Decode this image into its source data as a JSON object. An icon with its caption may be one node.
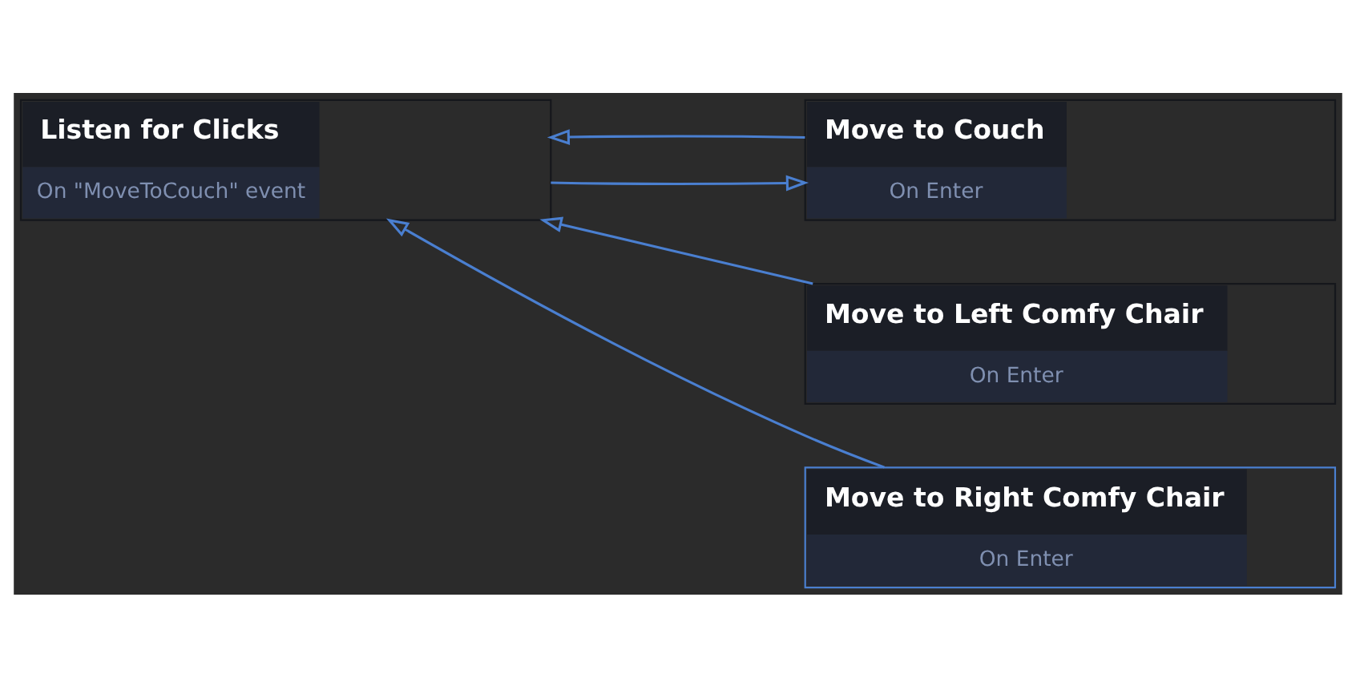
{
  "diagram": {
    "nodes": [
      {
        "text": [
          "Listen for Clicks",
          "On \"MoveToCouch\" event"
        ]
      },
      {
        "text": [
          "Move to Couch",
          "On Enter"
        ]
      },
      {
        "text": [
          "Move to Left Comfy Chair",
          "On Enter"
        ]
      },
      {
        "text": [
          "Move to Right Comfy Chair",
          "On Enter"
        ]
      }
    ],
    "edges": [
      {
        "from": 0,
        "to": 1,
        "arrow": "to"
      },
      {
        "from": 1,
        "to": 0,
        "arrow": "to"
      },
      {
        "from": 2,
        "to": 0,
        "arrow": "to"
      },
      {
        "from": 3,
        "to": 0,
        "arrow": "to"
      }
    ]
  }
}
